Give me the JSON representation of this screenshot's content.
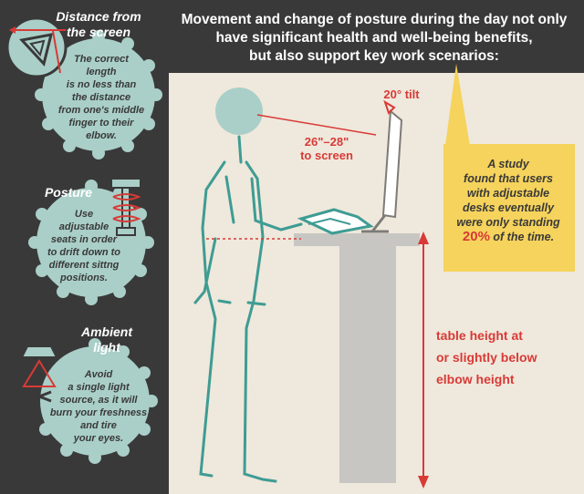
{
  "header": {
    "lines": [
      "Movement and change of posture during the day not only",
      "have significant health and well-being benefits,",
      "but also support key work scenarios:"
    ]
  },
  "tips": [
    {
      "title": [
        "Distance from",
        "the screen"
      ],
      "body": [
        "The correct",
        "length",
        "is no less than",
        "the distance",
        "from one's middle",
        "finger to their",
        "elbow."
      ],
      "icon": "triangle-ruler-icon"
    },
    {
      "title": [
        "Posture"
      ],
      "body": [
        "Use",
        "adjustable",
        "seats in order",
        "to drift down to",
        "different sittng",
        "positions."
      ],
      "icon": "seat-spring-icon"
    },
    {
      "title": [
        "Ambient",
        "light"
      ],
      "body": [
        "Avoid",
        "a single light",
        "source, as it will",
        "burn your freshness",
        "and tire",
        "your eyes."
      ],
      "icon": "lamp-icon"
    }
  ],
  "labels": {
    "tilt": "20° tilt",
    "distance": [
      "26\"–28\"",
      "to screen"
    ],
    "table_height": [
      "table height at",
      "or slightly below",
      "elbow height"
    ]
  },
  "study": {
    "lines": [
      "A study",
      "found that users",
      "with adjustable",
      "desks eventually",
      "were only standing"
    ],
    "percent": "20%",
    "tail": " of the time."
  },
  "colors": {
    "background": "#3a3939",
    "panel": "#efe8dc",
    "badge": "#a9cfc8",
    "accent_red": "#d83a36",
    "note_yellow": "#f5d35c",
    "figure_teal": "#3e9c93",
    "desk_gray": "#c8c6c3"
  }
}
